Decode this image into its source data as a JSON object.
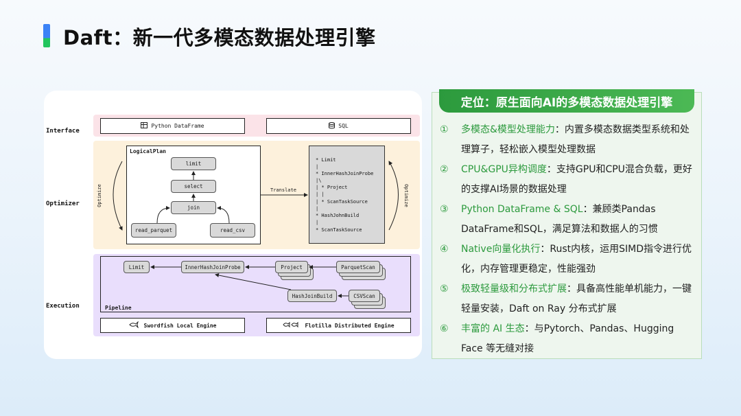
{
  "title": "Daft：新一代多模态数据处理引擎",
  "diagram": {
    "row_labels": {
      "interface": "Interface",
      "optimizer": "Optimizer",
      "execution": "Execution"
    },
    "interface": {
      "python_df": "Python DataFrame",
      "sql": "SQL"
    },
    "logical_plan": {
      "title": "LogicalPlan",
      "nodes": {
        "limit": "limit",
        "select": "select",
        "join": "join",
        "read_parquet": "read_parquet",
        "read_csv": "read_csv"
      }
    },
    "translate": "Translate",
    "optimize_left": "Optimize",
    "optimize_right": "Optimize",
    "physical_plan": [
      "* Limit",
      "|",
      "* InnerHashJoinProbe",
      "|\\",
      "| * Project",
      "| |",
      "| * ScanTaskSource",
      "|",
      "* HashJohnBuild",
      "|",
      "* ScanTaskSource"
    ],
    "pipeline": {
      "title": "Pipeline",
      "nodes": {
        "limit": "Limit",
        "probe": "InnerHashJoinProbe",
        "project": "Project",
        "parquet": "ParquetScan",
        "build": "HashJoinBuild",
        "csv": "CSVScan"
      }
    },
    "engines": {
      "local": "Swordfish Local Engine",
      "distributed": "Flotilla Distributed Engine"
    }
  },
  "info": {
    "header": "定位：原生面向AI的多模态数据处理引擎",
    "items": [
      {
        "num": "①",
        "highlight": "多模态&模型处理能力",
        "text": "：内置多模态数据类型系统和处理算子，轻松嵌入模型处理数据"
      },
      {
        "num": "②",
        "highlight": "CPU&GPU异构调度",
        "text": "：支持GPU和CPU混合负载，更好的支撑AI场景的数据处理"
      },
      {
        "num": "③",
        "highlight": "Python DataFrame & SQL",
        "text": "：兼顾类Pandas DataFrame和SQL，满足算法和数据人的习惯"
      },
      {
        "num": "④",
        "highlight": "Native向量化执行",
        "text": "：Rust内核，运用SIMD指令进行优化，内存管理更稳定，性能强劲"
      },
      {
        "num": "⑤",
        "highlight": "极致轻量级和分布式扩展",
        "text": "：具备高性能单机能力，一键轻量安装，Daft on Ray 分布式扩展"
      },
      {
        "num": "⑥",
        "highlight": "丰富的 AI 生态",
        "text": "：与Pytorch、Pandas、Hugging Face 等无缝对接"
      }
    ]
  }
}
